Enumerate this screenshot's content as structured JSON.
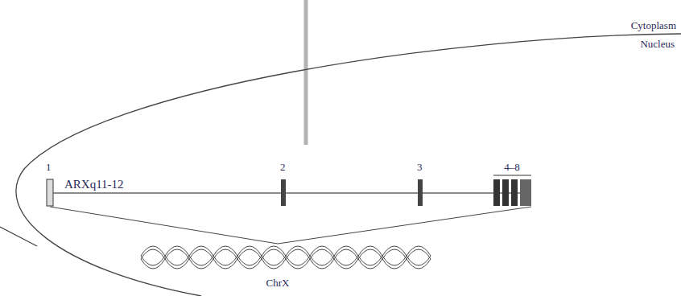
{
  "diagram": {
    "labels": [
      "Cytoplasm",
      "Nucleus",
      "1",
      "ARXq11-12",
      "2",
      "3",
      "4–8",
      "ChrX"
    ]
  }
}
